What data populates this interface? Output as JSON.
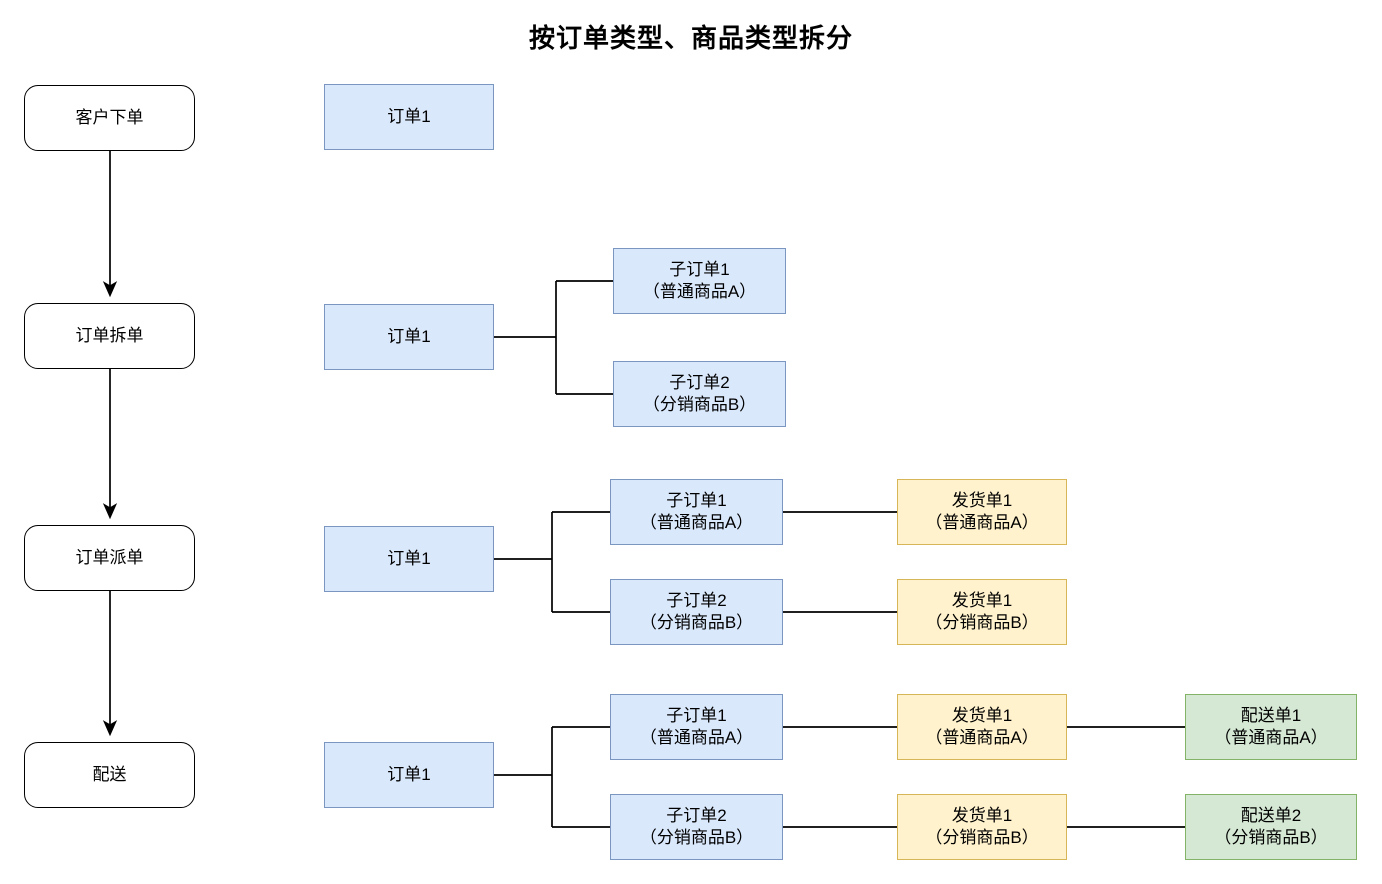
{
  "title": "按订单类型、商品类型拆分",
  "colors": {
    "order_fill": "#dae8fc",
    "order_stroke": "#7b97c1",
    "shipment_fill": "#fff2cc",
    "shipment_stroke": "#d6b656",
    "delivery_fill": "#d5e8d4",
    "delivery_stroke": "#82b366",
    "flow_node_fill": "#ffffff",
    "flow_node_stroke": "#000000",
    "connector": "#000000"
  },
  "flow_steps": [
    {
      "label": "客户下单"
    },
    {
      "label": "订单拆单"
    },
    {
      "label": "订单派单"
    },
    {
      "label": "配送"
    }
  ],
  "rows": [
    {
      "order": "订单1"
    },
    {
      "order": "订单1",
      "suborders": [
        {
          "title": "子订单1",
          "detail": "（普通商品A）"
        },
        {
          "title": "子订单2",
          "detail": "（分销商品B）"
        }
      ]
    },
    {
      "order": "订单1",
      "suborders": [
        {
          "title": "子订单1",
          "detail": "（普通商品A）"
        },
        {
          "title": "子订单2",
          "detail": "（分销商品B）"
        }
      ],
      "shipments": [
        {
          "title": "发货单1",
          "detail": "（普通商品A）"
        },
        {
          "title": "发货单1",
          "detail": "（分销商品B）"
        }
      ]
    },
    {
      "order": "订单1",
      "suborders": [
        {
          "title": "子订单1",
          "detail": "（普通商品A）"
        },
        {
          "title": "子订单2",
          "detail": "（分销商品B）"
        }
      ],
      "shipments": [
        {
          "title": "发货单1",
          "detail": "（普通商品A）"
        },
        {
          "title": "发货单1",
          "detail": "（分销商品B）"
        }
      ],
      "deliveries": [
        {
          "title": "配送单1",
          "detail": "（普通商品A）"
        },
        {
          "title": "配送单2",
          "detail": "（分销商品B）"
        }
      ]
    }
  ]
}
